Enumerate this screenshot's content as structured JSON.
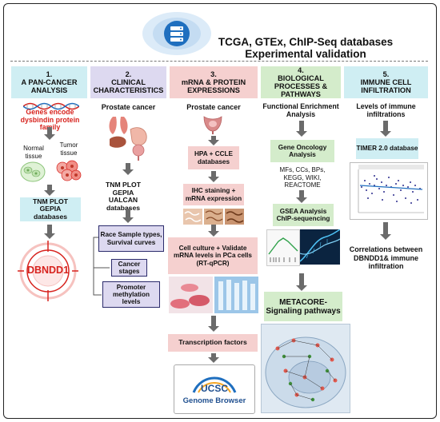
{
  "header": {
    "title_line1": "TCGA, GTEx, ChIP-Seq databases",
    "title_line2": "Experimental validation",
    "brand_color": "#1f6fbf"
  },
  "sections": [
    {
      "num": "1.",
      "title": "A PAN-CANCER ANALYSIS",
      "color": "#cfeef3"
    },
    {
      "num": "2.",
      "title": "CLINICAL CHARACTERISTICS",
      "color": "#ddd9f0"
    },
    {
      "num": "3.",
      "title": "mRNA & PROTEIN EXPRESSIONS",
      "color": "#f5d0cf"
    },
    {
      "num": "4.",
      "title": "BIOLOGICAL PROCESSES & PATHWAYS",
      "color": "#d4eccb"
    },
    {
      "num": "5.",
      "title": "IMMUNE CELL INFILTRATION",
      "color": "#cfeef3"
    }
  ],
  "col1": {
    "genes_text": "Genes encode dysbindin protein family",
    "normal": "Normal tissue",
    "tumor": "Tumor tissue",
    "databases": "TNM PLOT GEPIA databases",
    "gene_name": "DBNDD1"
  },
  "col2": {
    "top_label": "Prostate cancer",
    "databases": "TNM PLOT GEPIA UALCAN databases",
    "race_box": "Race Sample types, Survival curves",
    "stages_box": "Cancer stages",
    "promoter_box": "Promoter methylation levels"
  },
  "col3": {
    "top_label": "Prostate cancer",
    "hpa": "HPA + CCLE databases",
    "ihc": "IHC staining + mRNA expression",
    "culture": "Cell culture + Validate mRNA levels in PCa cells (RT-qPCR)",
    "tf": "Transcription factors",
    "logo_text": "UCSC",
    "logo_sub": "Genome Browser"
  },
  "col4": {
    "top_label": "Functional Enrichment Analysis",
    "go": "Gene Oncology Analysis",
    "go_terms": "MFs, CCs, BPs, KEGG, WIKI, REACTOME",
    "gsea": "GSEA Analysis ChIP-sequencing",
    "metacore": "METACORE- Signaling pathways"
  },
  "col5": {
    "top_label": "Levels of immune infiltrations",
    "timer": "TIMER 2.0 database",
    "correlation": "Correlations between DBNDD1& immune infiltration"
  }
}
